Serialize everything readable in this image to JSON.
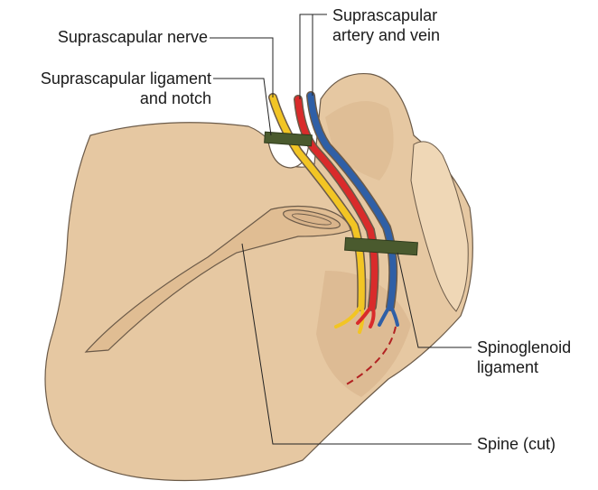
{
  "labels": {
    "suprascapular_nerve": "Suprascapular nerve",
    "suprascapular_vessels_line1": "Suprascapular",
    "suprascapular_vessels_line2": "artery and vein",
    "ligament_notch_line1": "Suprascapular ligament",
    "ligament_notch_line2": "and notch",
    "spinoglenoid_line1": "Spinoglenoid",
    "spinoglenoid_line2": "ligament",
    "spine_cut": "Spine (cut)"
  },
  "colors": {
    "bone_fill": "#e6c8a2",
    "bone_shadow": "#d2ab82",
    "bone_outline": "#6b5a48",
    "nerve": "#f2c524",
    "artery": "#d92b2b",
    "vein": "#2f5fa6",
    "ligament": "#4a5a2e",
    "leader": "#222222"
  }
}
